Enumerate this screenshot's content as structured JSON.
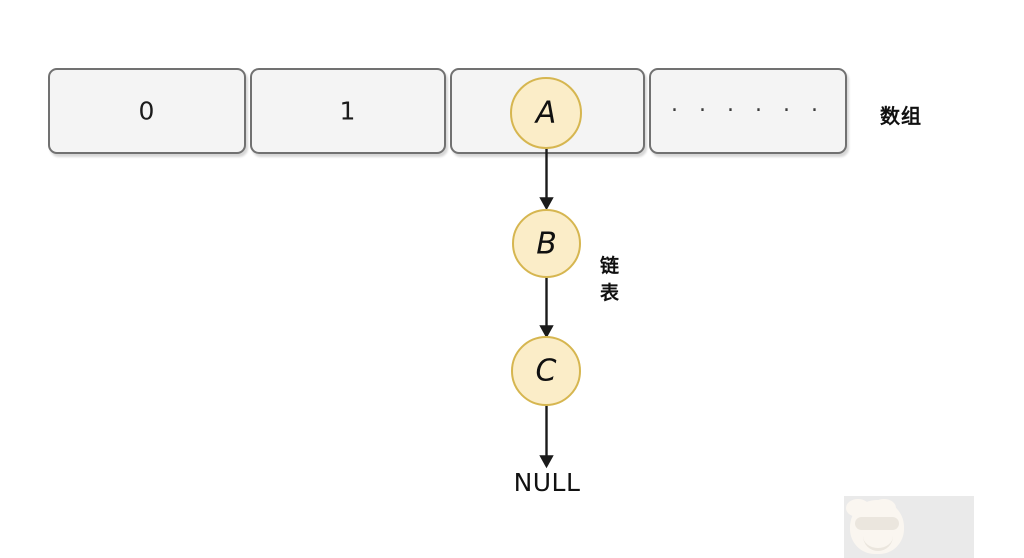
{
  "diagram": {
    "title": "hash-table-chaining",
    "array": {
      "label": "数组",
      "cells": [
        {
          "id": "cell-0",
          "text": "0",
          "kind": "index"
        },
        {
          "id": "cell-1",
          "text": "1",
          "kind": "index"
        },
        {
          "id": "cell-2",
          "text": "",
          "kind": "node-slot"
        },
        {
          "id": "cell-3",
          "text": "· · · · · ·",
          "kind": "ellipsis"
        }
      ]
    },
    "linked_list": {
      "label": "链表",
      "label_lines": [
        "链",
        "表"
      ],
      "nodes": [
        {
          "id": "node-a",
          "text": "A"
        },
        {
          "id": "node-b",
          "text": "B"
        },
        {
          "id": "node-c",
          "text": "C"
        }
      ],
      "terminator": "NULL"
    },
    "arrows": [
      {
        "from": "node-a",
        "to": "node-b",
        "name": "arrow-a-to-b"
      },
      {
        "from": "node-b",
        "to": "node-c",
        "name": "arrow-b-to-c"
      },
      {
        "from": "node-c",
        "to": "null",
        "name": "arrow-c-to-null"
      }
    ],
    "colors": {
      "node_fill": "#fbedc8",
      "node_stroke": "#d6b650",
      "cell_fill": "#f4f4f4",
      "cell_stroke": "#717171",
      "text": "#101010",
      "arrow": "#1a1a1a",
      "background": "#ffffff"
    },
    "watermark": {
      "name": "mascot-logo"
    }
  }
}
